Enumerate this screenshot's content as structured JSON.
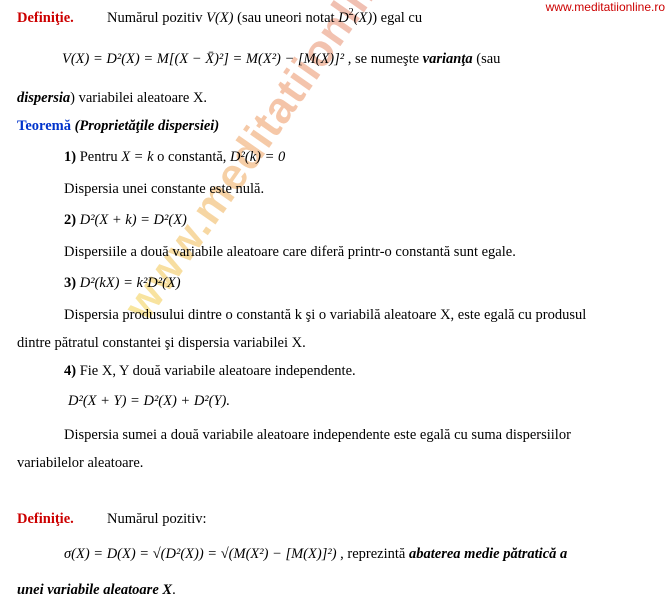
{
  "site_url": "www.meditatiionline.ro",
  "watermark": "www.meditatiionline.ro",
  "def1": {
    "label": "Definiţie.",
    "intro": "Numărul pozitiv",
    "sym_v": "V(X)",
    "paren_note": "(sau uneori notat",
    "sym_d": "D",
    "sym_sq": "2",
    "sym_x": "(X)",
    "close_note": ") egal cu",
    "formula": "V(X) = D²(X) = M[(X − X̄)²] = M(X²) − [M(X)]²",
    "after_formula": ", se numeşte",
    "term_variance": "varianţa",
    "paren_open": "(sau",
    "term_dispersion": "dispersia",
    "tail": ") variabilei aleatoare X."
  },
  "theorem": {
    "label": "Teoremă",
    "title": "(Proprietăţile dispersiei)"
  },
  "prop1": {
    "num": "1)",
    "text_a": "Pentru",
    "cond": "X = k",
    "text_b": "o constantă,",
    "formula": "D²(k) = 0",
    "explanation": "Dispersia unei constante este nulă."
  },
  "prop2": {
    "num": "2)",
    "formula": "D²(X + k) = D²(X)",
    "explanation": "Dispersiile a două variabile aleatoare care diferă printr-o constantă sunt egale."
  },
  "prop3": {
    "num": "3)",
    "formula": "D²(kX) = k²D²(X)",
    "explanation_l1": "Dispersia produsului dintre o constantă k şi o variabilă aleatoare X, este egală cu produsul",
    "explanation_l2": "dintre pătratul constantei şi dispersia variabilei X."
  },
  "prop4": {
    "num": "4)",
    "text": "Fie X, Y două variabile aleatoare independente.",
    "formula": "D²(X + Y) = D²(X) + D²(Y).",
    "explanation_l1": "Dispersia sumei a două variabile aleatoare independente este egală cu suma dispersiilor",
    "explanation_l2": "variabilelor aleatoare."
  },
  "def2": {
    "label": "Definiţie.",
    "intro": "Numărul pozitiv:",
    "formula": "σ(X) = D(X) = √(D²(X)) = √(M(X²) − [M(X)]²)",
    "after_formula": ", reprezintă",
    "term": "abaterea medie pătratică a",
    "term_l2": "unei variabile aleatoare X",
    "end": "."
  }
}
